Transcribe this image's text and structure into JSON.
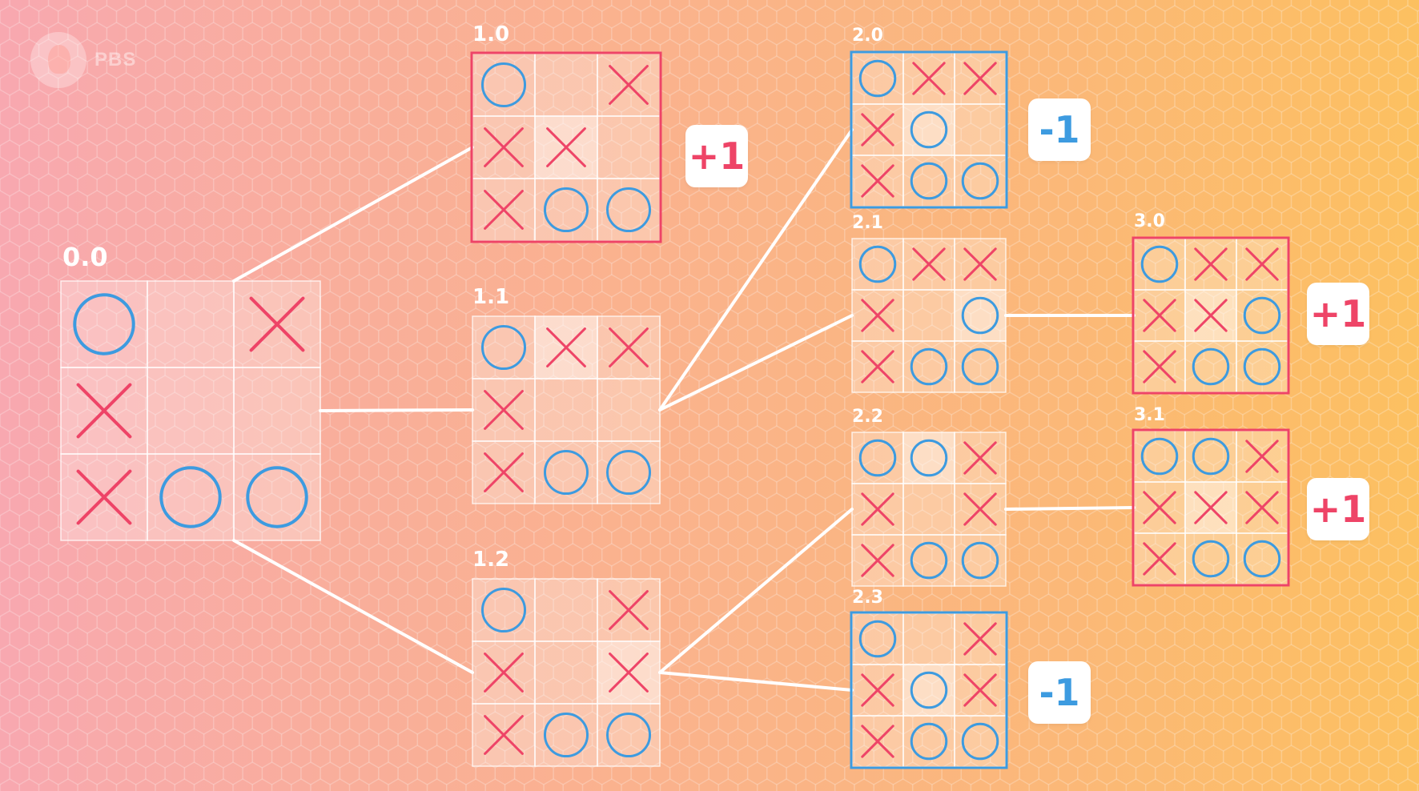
{
  "watermark": {
    "text": "PBS"
  },
  "colors": {
    "x_mark": "#ee4467",
    "o_mark": "#3d9be0",
    "win_border": "#ee4467",
    "loss_border": "#3d9be0",
    "line": "#ffffff"
  },
  "nodes": [
    {
      "id": "0.0",
      "label": "0.0",
      "cells": [
        "O",
        "",
        "X",
        "X",
        "",
        "",
        "X",
        "O",
        "O"
      ],
      "highlight": [],
      "outcome": ""
    },
    {
      "id": "1.0",
      "label": "1.0",
      "cells": [
        "O",
        "",
        "X",
        "X",
        "X",
        "",
        "X",
        "O",
        "O"
      ],
      "highlight": [
        4
      ],
      "outcome": "win"
    },
    {
      "id": "1.1",
      "label": "1.1",
      "cells": [
        "O",
        "X",
        "X",
        "X",
        "",
        "",
        "X",
        "O",
        "O"
      ],
      "highlight": [
        1
      ],
      "outcome": ""
    },
    {
      "id": "1.2",
      "label": "1.2",
      "cells": [
        "O",
        "",
        "X",
        "X",
        "",
        "X",
        "X",
        "O",
        "O"
      ],
      "highlight": [
        5
      ],
      "outcome": ""
    },
    {
      "id": "2.0",
      "label": "2.0",
      "cells": [
        "O",
        "X",
        "X",
        "X",
        "O",
        "",
        "X",
        "O",
        "O"
      ],
      "highlight": [
        4
      ],
      "outcome": "loss"
    },
    {
      "id": "2.1",
      "label": "2.1",
      "cells": [
        "O",
        "X",
        "X",
        "X",
        "",
        "O",
        "X",
        "O",
        "O"
      ],
      "highlight": [
        5
      ],
      "outcome": ""
    },
    {
      "id": "2.2",
      "label": "2.2",
      "cells": [
        "O",
        "O",
        "X",
        "X",
        "",
        "X",
        "X",
        "O",
        "O"
      ],
      "highlight": [
        1
      ],
      "outcome": ""
    },
    {
      "id": "2.3",
      "label": "2.3",
      "cells": [
        "O",
        "",
        "X",
        "X",
        "O",
        "X",
        "X",
        "O",
        "O"
      ],
      "highlight": [
        4
      ],
      "outcome": "loss"
    },
    {
      "id": "3.0",
      "label": "3.0",
      "cells": [
        "O",
        "X",
        "X",
        "X",
        "X",
        "O",
        "X",
        "O",
        "O"
      ],
      "highlight": [
        4
      ],
      "outcome": "win"
    },
    {
      "id": "3.1",
      "label": "3.1",
      "cells": [
        "O",
        "O",
        "X",
        "X",
        "X",
        "X",
        "X",
        "O",
        "O"
      ],
      "highlight": [
        4
      ],
      "outcome": "win"
    }
  ],
  "scores": [
    {
      "node": "1.0",
      "value": "+1",
      "color": "#ee4467"
    },
    {
      "node": "2.0",
      "value": "-1",
      "color": "#3d9be0"
    },
    {
      "node": "3.0",
      "value": "+1",
      "color": "#ee4467"
    },
    {
      "node": "3.1",
      "value": "+1",
      "color": "#ee4467"
    },
    {
      "node": "2.3",
      "value": "-1",
      "color": "#3d9be0"
    }
  ],
  "edges": [
    [
      "0.0",
      "1.0"
    ],
    [
      "0.0",
      "1.1"
    ],
    [
      "0.0",
      "1.2"
    ],
    [
      "1.1",
      "2.0"
    ],
    [
      "1.1",
      "2.1"
    ],
    [
      "1.2",
      "2.2"
    ],
    [
      "1.2",
      "2.3"
    ],
    [
      "2.1",
      "3.0"
    ],
    [
      "2.2",
      "3.1"
    ]
  ]
}
